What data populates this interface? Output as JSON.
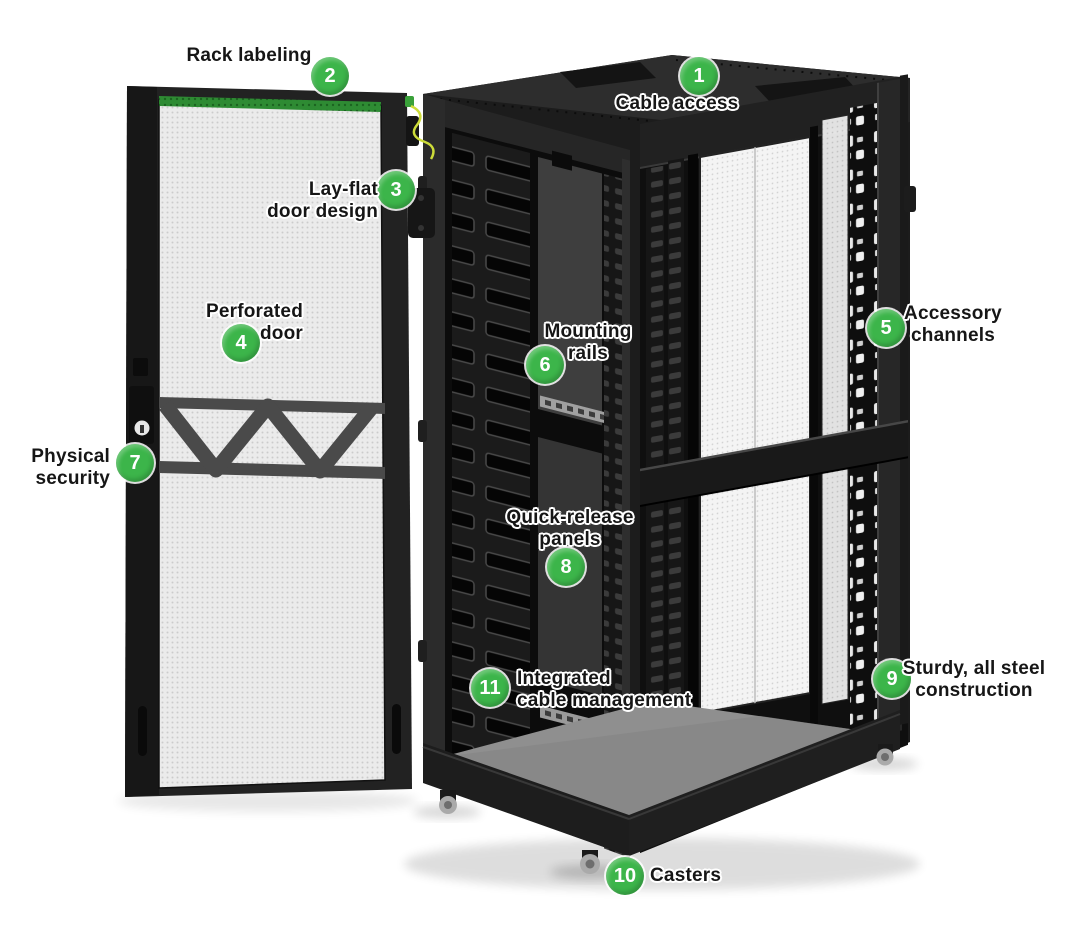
{
  "diagram": {
    "badge_color": "#3CB54A",
    "label_strip_color": "#2E8B33",
    "callouts": [
      {
        "number": "1",
        "label": "Cable access"
      },
      {
        "number": "2",
        "label": "Rack labeling"
      },
      {
        "number": "3",
        "label": "Lay-flat\ndoor design"
      },
      {
        "number": "4",
        "label": "Perforated\ndoor"
      },
      {
        "number": "5",
        "label": "Accessory\nchannels"
      },
      {
        "number": "6",
        "label": "Mounting\nrails"
      },
      {
        "number": "7",
        "label": "Physical\nsecurity"
      },
      {
        "number": "8",
        "label": "Quick-release\npanels"
      },
      {
        "number": "9",
        "label": "Sturdy, all steel\nconstruction"
      },
      {
        "number": "10",
        "label": "Casters"
      },
      {
        "number": "11",
        "label": "Integrated\ncable management"
      }
    ]
  }
}
